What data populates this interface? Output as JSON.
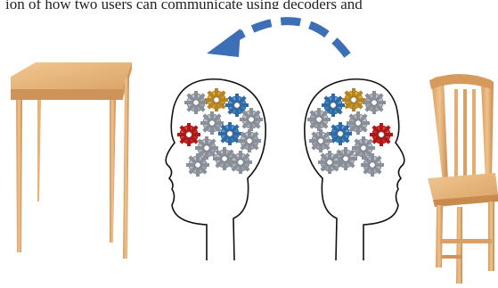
{
  "caption": "ion of how two users can communicate using decoders and",
  "figure": {
    "left_object": "table",
    "right_object": "chair",
    "left_head": "head-with-gears-facing-left",
    "right_head": "head-with-gears-facing-right",
    "arrow": "dashed-arrow-right-to-left",
    "colors": {
      "arrow": "#3d6fb6",
      "wood_light": "#e9b77c",
      "wood_dark": "#c98a4e",
      "gear_red": "#d42a2a",
      "gear_blue": "#3f7fc0",
      "gear_gold": "#d8a332",
      "gear_grey": "#a9aeb5"
    }
  }
}
